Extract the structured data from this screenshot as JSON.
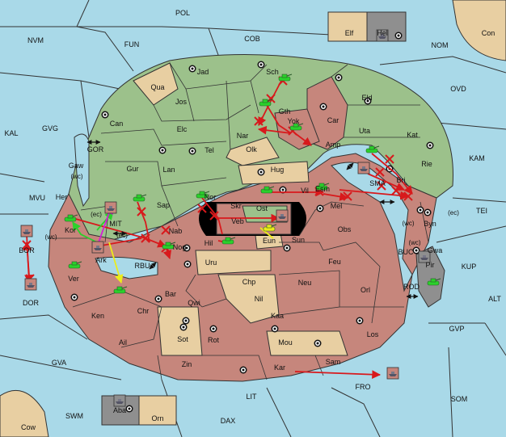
{
  "colors": {
    "sea": "#a9d9e8",
    "green": "#9cc18b",
    "red": "#c6867c",
    "tan": "#e8cfa2",
    "gray": "#8f8f8f",
    "black": "#000000",
    "border": "#333333",
    "arrow_red": "#d8191c",
    "arrow_green": "#2bd12b",
    "arrow_yellow": "#ecec1a",
    "arrow_magenta": "#d61cd6",
    "arrow_black": "#111111"
  },
  "sea_labels": [
    "POL",
    "NVM",
    "FUN",
    "COB",
    "NOM",
    "Con",
    "KAL",
    "GVG",
    "GOR",
    "MVU",
    "MIT",
    "BOR",
    "DOR",
    "OVD",
    "KAM",
    "TEI",
    "KUP",
    "ALT",
    "GVP",
    "BUC",
    "ROD",
    "RBU",
    "GVA",
    "FRO",
    "SOM",
    "LIT",
    "SWM",
    "DAX",
    "Cow"
  ],
  "land_labels": [
    "Jad",
    "Sch",
    "Gth",
    "Qua",
    "Jos",
    "Can",
    "Elc",
    "Nar",
    "Yok",
    "Car",
    "Eld",
    "Uta",
    "Kat",
    "Tel",
    "Olk",
    "Amp",
    "Gur",
    "Lan",
    "Hug",
    "Rie",
    "Nor",
    "Skr",
    "Vil",
    "Esm",
    "SMA",
    "Bri",
    "Sap",
    "Ost",
    "Mel",
    "Byn",
    "Her",
    "Gaw",
    "Kor",
    "Ark",
    "Veb",
    "Nab",
    "Hil",
    "Eun",
    "Sun",
    "Obs",
    "Gwa",
    "Nog",
    "Ver",
    "Uru",
    "Feu",
    "Pir",
    "Chp",
    "Neu",
    "Orl",
    "Bar",
    "Qwi",
    "Nil",
    "Ken",
    "Chr",
    "Kaa",
    "Sot",
    "Rot",
    "Ail",
    "Mou",
    "Los",
    "Zin",
    "Kar",
    "Sam",
    "Elf",
    "Hel",
    "Aba",
    "Orn"
  ],
  "coast_labels": [
    "(wc)",
    "(ec)",
    "(ec)",
    "(wc)",
    "(wc)",
    "(ec)",
    "(wc)"
  ],
  "unit_types": [
    "army-icon",
    "fleet-icon"
  ]
}
